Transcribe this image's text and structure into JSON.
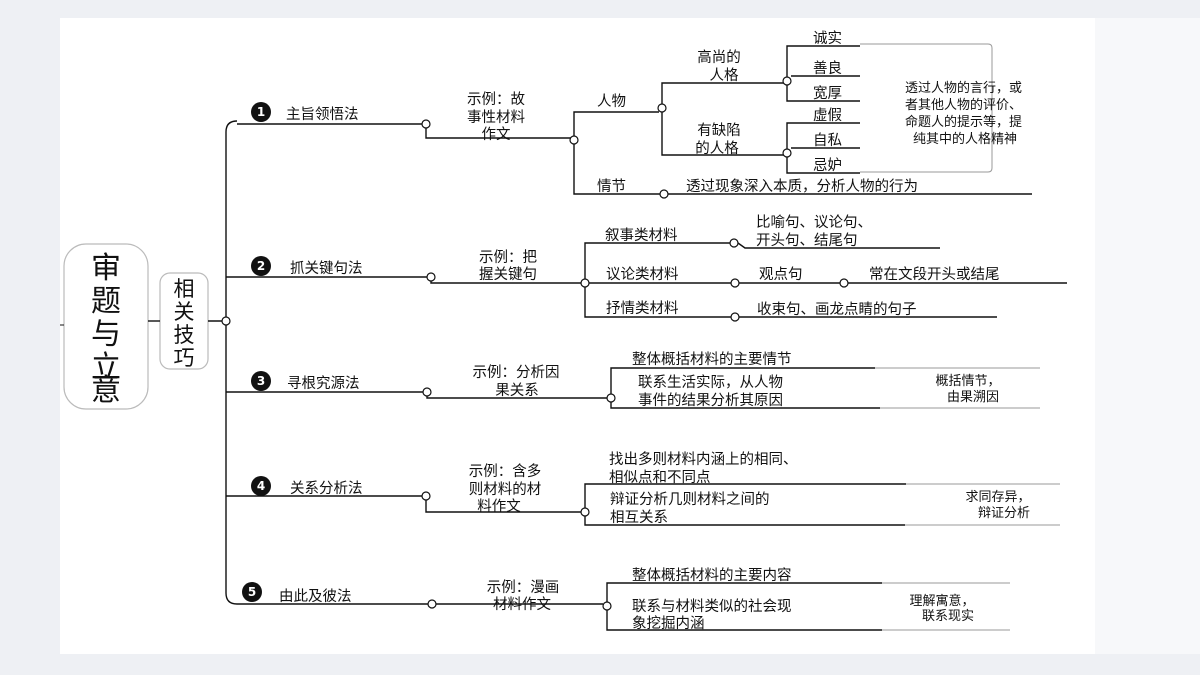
{
  "title_chars": [
    "审",
    "题",
    "与",
    "立",
    "意"
  ],
  "sub_chars": [
    "相",
    "关",
    "技",
    "巧"
  ],
  "methods": [
    {
      "num": "1",
      "name": "主旨领悟法",
      "example": [
        "示例：故",
        "事性材料",
        "作文"
      ]
    },
    {
      "num": "2",
      "name": "抓关键句法",
      "example": [
        "示例：把",
        "握关键句"
      ]
    },
    {
      "num": "3",
      "name": "寻根究源法",
      "example": [
        "示例：分析因",
        "果关系"
      ]
    },
    {
      "num": "4",
      "name": "关系分析法",
      "example": [
        "示例：含多",
        "则材料的材",
        "料作文"
      ]
    },
    {
      "num": "5",
      "name": "由此及彼法",
      "example": [
        "示例：漫画",
        "材料作文"
      ]
    }
  ],
  "m1": {
    "person": "人物",
    "noble": [
      "高尚的",
      "人格"
    ],
    "flawed": [
      "有缺陷",
      "的人格"
    ],
    "noble_traits": [
      "诚实",
      "善良",
      "宽厚"
    ],
    "flawed_traits": [
      "虚假",
      "自私",
      "忌妒"
    ],
    "note": [
      "透过人物的言行，或",
      "者其他人物的评价、",
      "命题人的提示等，提",
      "纯其中的人格精神"
    ],
    "plot": "情节",
    "plot_desc": "透过现象深入本质，分析人物的行为"
  },
  "m2": {
    "narrative": "叙事类材料",
    "narrative_desc": [
      "比喻句、议论句、",
      "开头句、结尾句"
    ],
    "argument": "议论类材料",
    "argument_desc": "观点句",
    "argument_note": "常在文段开头或结尾",
    "lyric": "抒情类材料",
    "lyric_desc": "收束句、画龙点睛的句子"
  },
  "m3": {
    "item1": "整体概括材料的主要情节",
    "item2": [
      "联系生活实际，从人物",
      "事件的结果分析其原因"
    ],
    "note": [
      "概括情节，",
      "由果溯因"
    ]
  },
  "m4": {
    "item1": [
      "找出多则材料内涵上的相同、",
      "相似点和不同点"
    ],
    "item2": [
      "辩证分析几则材料之间的",
      "相互关系"
    ],
    "note": [
      "求同存异，",
      "辩证分析"
    ]
  },
  "m5": {
    "item1": "整体概括材料的主要内容",
    "item2": [
      "联系与材料类似的社会现",
      "象挖掘内涵"
    ],
    "note": [
      "理解寓意，",
      "联系现实"
    ]
  }
}
